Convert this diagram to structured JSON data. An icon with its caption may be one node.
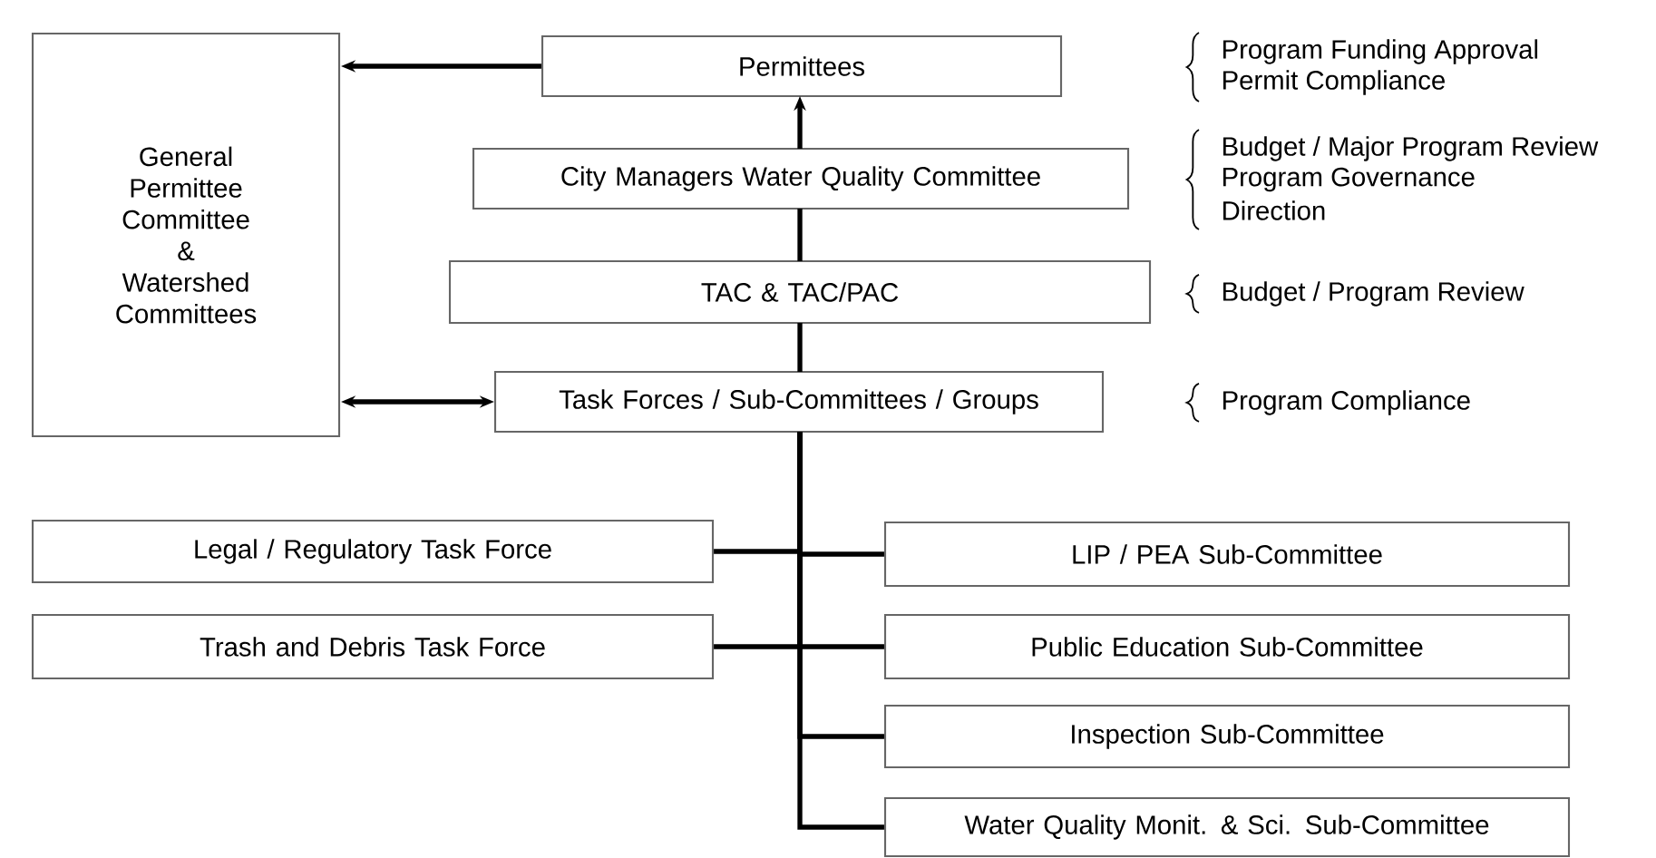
{
  "diagram": {
    "nodes": [
      {
        "text": [
          "General Permittee Committee & Watershed Committees"
        ]
      },
      {
        "text": [
          "Permittees"
        ]
      },
      {
        "text": [
          "City Managers Water Quality Committee"
        ]
      },
      {
        "text": [
          "TAC & TAC/PAC"
        ]
      },
      {
        "text": [
          "Task Forces / Sub-Committees / Groups"
        ]
      },
      {
        "text": [
          "Legal / Regulatory Task Force"
        ]
      },
      {
        "text": [
          "LIP / PEA Sub-Committee"
        ]
      },
      {
        "text": [
          "Trash and Debris Task Force"
        ]
      },
      {
        "text": [
          "Public Education Sub-Committee"
        ]
      },
      {
        "text": [
          "Inspection Sub-Committee"
        ]
      },
      {
        "text": [
          "Water Quality Monit. & Sci. Sub-Committee"
        ]
      }
    ],
    "edges": [
      {
        "from": 1,
        "to": 0,
        "arrow": "to"
      },
      {
        "from": 2,
        "to": 1,
        "arrow": "to"
      },
      {
        "from": 3,
        "to": 2,
        "arrow": "none"
      },
      {
        "from": 4,
        "to": 3,
        "arrow": "none"
      },
      {
        "from": 4,
        "to": 0,
        "arrow": "both"
      },
      {
        "from": 4,
        "to": 5,
        "arrow": "none"
      },
      {
        "from": 4,
        "to": 6,
        "arrow": "none"
      },
      {
        "from": 4,
        "to": 7,
        "arrow": "none"
      },
      {
        "from": 4,
        "to": 8,
        "arrow": "none"
      },
      {
        "from": 4,
        "to": 9,
        "arrow": "none"
      },
      {
        "from": 4,
        "to": 10,
        "arrow": "none"
      }
    ],
    "labels": [
      "Program Funding Approval",
      "Permit Compliance",
      "Budget / Major Program Review",
      "Program Governance",
      "Direction",
      "Budget / Program Review",
      "Program Compliance"
    ]
  }
}
